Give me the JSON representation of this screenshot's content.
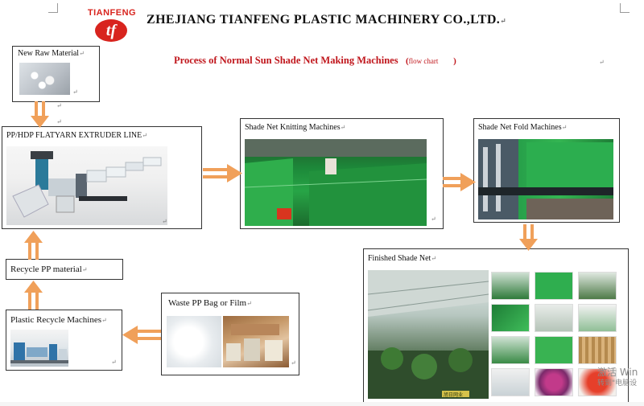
{
  "header": {
    "logo_text": "TIANFENG",
    "logo_mark": "tf",
    "company": "ZHEJIANG TIANFENG PLASTIC MACHINERY CO.,LTD.",
    "title": "Process of Normal  Sun  Shade  Net  Making  Machines",
    "title_note": "flow chart"
  },
  "nodes": {
    "raw_material": "New Raw    Material",
    "extruder": "PP/HDP FLATYARN  EXTRUDER LINE",
    "knitting": "Shade Net Knitting Machines",
    "fold": "Shade Net Fold Machines",
    "finished": "Finished Shade Net",
    "recycle_material": "Recycle PP material",
    "waste": "Waste PP Bag or Film",
    "recycle_machines": "Plastic Recycle Machines"
  },
  "photo_caption": "旭日网业",
  "paragraph_mark": "↵",
  "watermark": {
    "line1": "激活 Win",
    "line2": "转到\"电脑设"
  },
  "colors": {
    "arrow": "#f0a05a",
    "title": "#c0161c",
    "logo": "#d8241e",
    "net_green": "#27a446"
  }
}
